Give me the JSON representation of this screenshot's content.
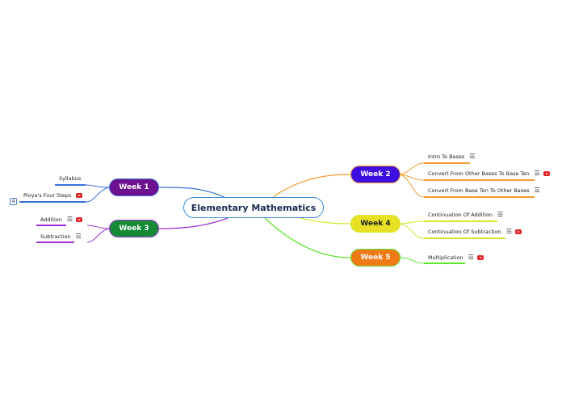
{
  "central": {
    "label": "Elementary Mathematics"
  },
  "weeks": {
    "w1": {
      "label": "Week 1",
      "color": "#6d1190",
      "line_color": "#3a6fd8",
      "leaves": [
        {
          "label": "Syllabus",
          "icons": []
        },
        {
          "label": "Ploya's Four Steps",
          "icons": [
            "youtube-icon"
          ]
        }
      ]
    },
    "w2": {
      "label": "Week 2",
      "color": "#3d10e0",
      "line_color": "#f29a2c",
      "leaves": [
        {
          "label": "Intro To Bases",
          "icons": [
            "note-icon"
          ]
        },
        {
          "label": "Convert From Other Bases To Base Ten",
          "icons": [
            "note-icon",
            "youtube-icon"
          ]
        },
        {
          "label": "Convert From Base Ten To Other Bases",
          "icons": [
            "note-icon"
          ]
        }
      ]
    },
    "w3": {
      "label": "Week 3",
      "color": "#168a34",
      "line_color": "#9b2fd6",
      "leaves": [
        {
          "label": "Addition",
          "icons": [
            "note-icon",
            "youtube-icon"
          ]
        },
        {
          "label": "Subtraction",
          "icons": [
            "note-icon"
          ]
        }
      ]
    },
    "w4": {
      "label": "Week 4",
      "color": "#e6e124",
      "line_color": "#d6e62a",
      "leaves": [
        {
          "label": "Continuation Of Addition",
          "icons": [
            "note-icon"
          ]
        },
        {
          "label": "Continuation Of Subtraction",
          "icons": [
            "note-icon",
            "youtube-icon"
          ]
        }
      ]
    },
    "w5": {
      "label": "Week 5",
      "color": "#ef7a16",
      "line_color": "#5ae62c",
      "leaves": [
        {
          "label": "Multiplication",
          "icons": [
            "note-icon",
            "youtube-icon"
          ]
        }
      ]
    }
  },
  "collapse_toggle": {
    "label": "4"
  }
}
